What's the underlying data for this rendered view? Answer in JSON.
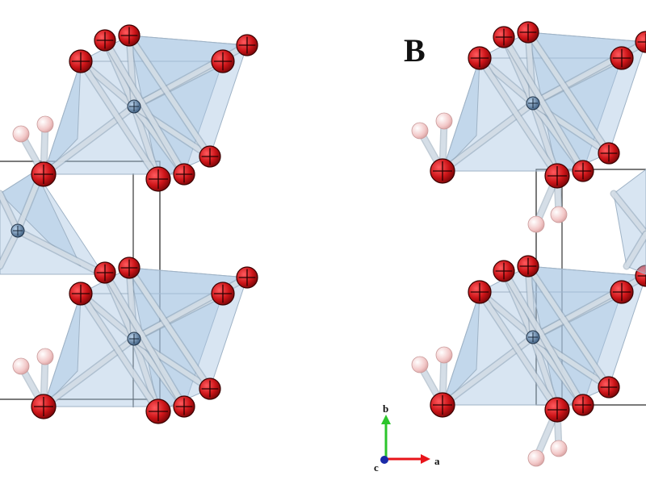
{
  "figure": {
    "panels": [
      {
        "id": "A",
        "label": ""
      },
      {
        "id": "B",
        "label": "B"
      }
    ],
    "axes": {
      "a": "a",
      "b": "b",
      "c": "c"
    },
    "colors": {
      "oxygen": "#cc1418",
      "hydrogen": "#f2c7c7",
      "metal": "#4a6f95",
      "polyhedron": "#a9c6e2",
      "bond": "#c9d3dc",
      "cell": "#222222",
      "axis_a": "#e8141a",
      "axis_b": "#2cc52c",
      "axis_c": "#1a2aa8"
    },
    "icons": [
      "crystal-structure-diagram",
      "octahedron-icon",
      "oxygen-atom-icon",
      "hydrogen-atom-icon",
      "axis-triad-icon"
    ]
  }
}
